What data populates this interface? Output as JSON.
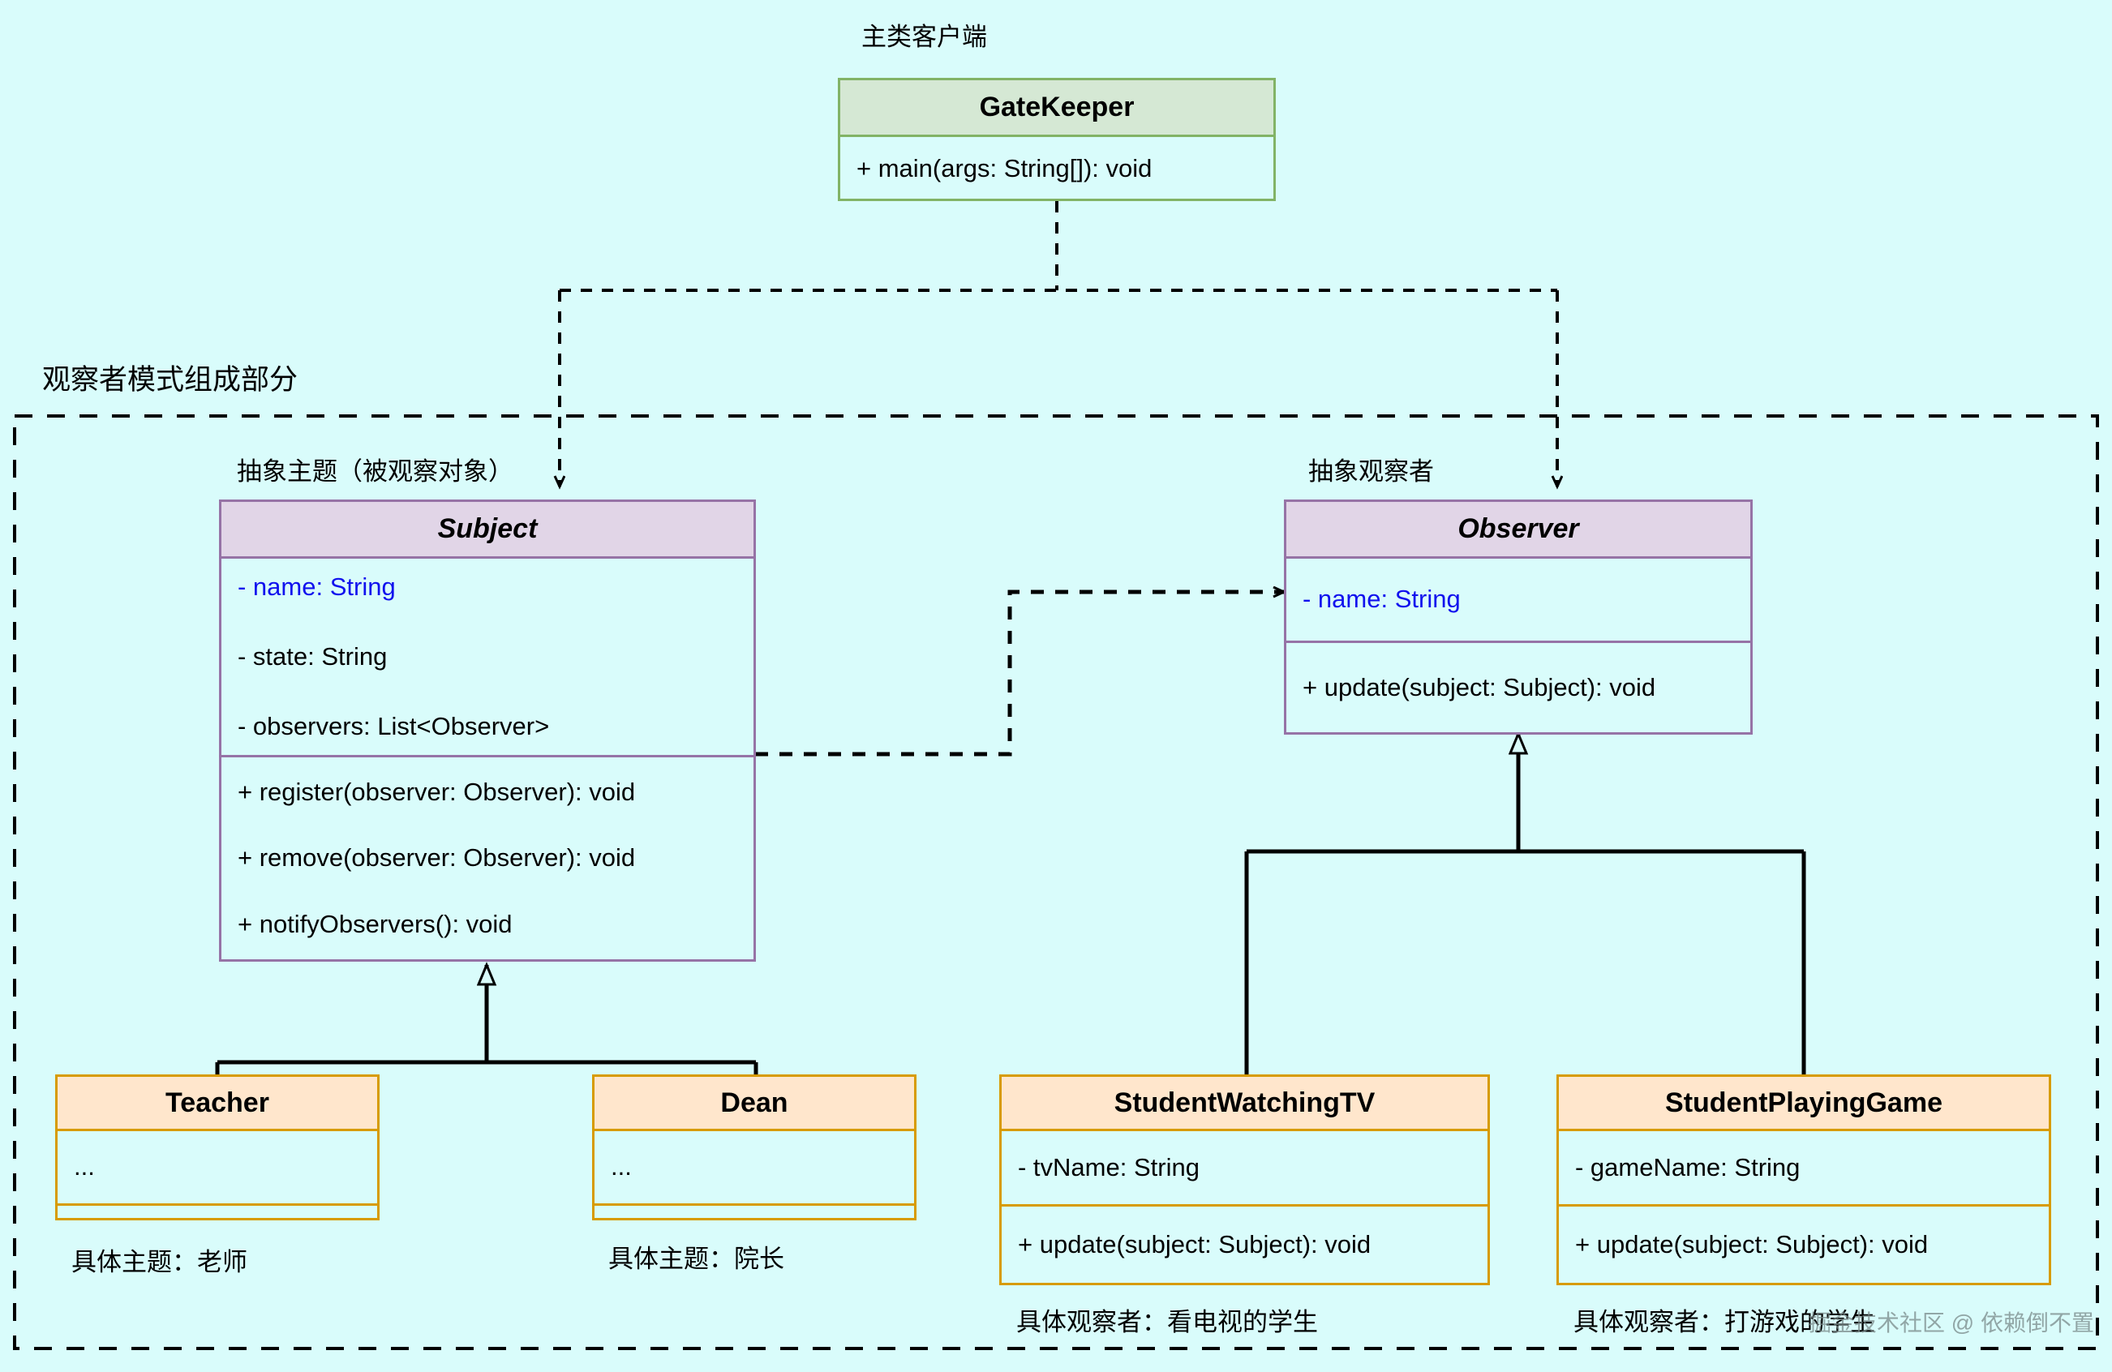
{
  "diagram": {
    "background_color": "#d9fcfb",
    "group_label": "观察者模式组成部分",
    "watermark": "掘金技术社区 @ 依赖倒不置"
  },
  "captions": {
    "client": "主类客户端",
    "subject": "抽象主题（被观察对象）",
    "observer": "抽象观察者",
    "teacher": "具体主题：老师",
    "dean": "具体主题：院长",
    "student_tv": "具体观察者：看电视的学生",
    "student_game": "具体观察者：打游戏的学生"
  },
  "classes": {
    "gatekeeper": {
      "name": "GateKeeper",
      "stereotype": "client",
      "fill": "#d5e8d4",
      "stroke": "#82b366",
      "attributes": [],
      "methods": [
        "+ main(args: String[]): void"
      ]
    },
    "subject": {
      "name": "Subject",
      "stereotype": "abstract",
      "fill": "#e1d5e7",
      "stroke": "#9673a6",
      "attributes": [
        "- name: String",
        "- state: String",
        "- observers: List<Observer>"
      ],
      "methods": [
        "+ register(observer: Observer): void",
        "+ remove(observer: Observer): void",
        "+ notifyObservers(): void"
      ]
    },
    "observer": {
      "name": "Observer",
      "stereotype": "abstract",
      "fill": "#e1d5e7",
      "stroke": "#9673a6",
      "attributes": [
        "- name: String"
      ],
      "methods": [
        "+ update(subject: Subject): void"
      ]
    },
    "teacher": {
      "name": "Teacher",
      "stereotype": "concrete",
      "fill": "#ffe6cc",
      "stroke": "#d79b00",
      "attributes": [
        "..."
      ],
      "methods": [
        ""
      ]
    },
    "dean": {
      "name": "Dean",
      "stereotype": "concrete",
      "fill": "#ffe6cc",
      "stroke": "#d79b00",
      "attributes": [
        "..."
      ],
      "methods": [
        ""
      ]
    },
    "student_tv": {
      "name": "StudentWatchingTV",
      "stereotype": "concrete",
      "fill": "#ffe6cc",
      "stroke": "#d79b00",
      "attributes": [
        "- tvName: String"
      ],
      "methods": [
        "+ update(subject: Subject): void"
      ]
    },
    "student_game": {
      "name": "StudentPlayingGame",
      "stereotype": "concrete",
      "fill": "#ffe6cc",
      "stroke": "#d79b00",
      "attributes": [
        "- gameName: String"
      ],
      "methods": [
        "+ update(subject: Subject): void"
      ]
    }
  },
  "relations": [
    {
      "from": "gatekeeper",
      "to": "subject",
      "type": "dependency",
      "style": "dashed-open-arrow"
    },
    {
      "from": "gatekeeper",
      "to": "observer",
      "type": "dependency",
      "style": "dashed-open-arrow"
    },
    {
      "from": "subject",
      "to": "observer",
      "type": "dependency",
      "style": "dashed-open-arrow"
    },
    {
      "from": "teacher",
      "to": "subject",
      "type": "generalization",
      "style": "solid-hollow-triangle"
    },
    {
      "from": "dean",
      "to": "subject",
      "type": "generalization",
      "style": "solid-hollow-triangle"
    },
    {
      "from": "student_tv",
      "to": "observer",
      "type": "generalization",
      "style": "solid-hollow-triangle"
    },
    {
      "from": "student_game",
      "to": "observer",
      "type": "generalization",
      "style": "solid-hollow-triangle"
    }
  ]
}
